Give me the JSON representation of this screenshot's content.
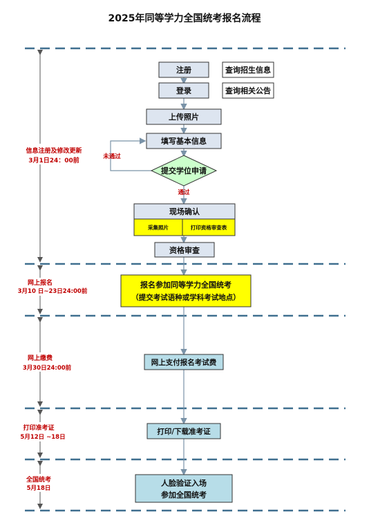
{
  "title": "2025年同等学力全国统考报名流程",
  "steps": {
    "register": "注册",
    "query_admission": "查询招生信息",
    "login": "登录",
    "query_notice": "查询相关公告",
    "upload_photo": "上传照片",
    "fill_info": "填写基本信息",
    "submit_application": "提交学位申请",
    "not_passed": "未通过",
    "passed": "通过",
    "onsite_confirm": "现场确认",
    "collect_photo": "采集照片",
    "print_review_form": "打印资格审查表",
    "qualification_review": "资格审查",
    "enroll_exam_line1": "报名参加同等学力全国统考",
    "enroll_exam_line2": "（提交考试语种或学科考试地点）",
    "pay_online": "网上支付报名考试费",
    "print_admission": "打印/下载准考证",
    "exam_line1": "人脸验证入场",
    "exam_line2": "参加全国统考"
  },
  "phases": [
    {
      "label": "信息注册及修改更新",
      "date": "3月1日24：00前"
    },
    {
      "label": "网上报名",
      "date": "3月10 日~23日24:00前"
    },
    {
      "label": "网上缴费",
      "date": "3月30日24:00前"
    },
    {
      "label": "打印准考证",
      "date": "5月12日 ~18日"
    },
    {
      "label": "全国统考",
      "date": "5月18日"
    }
  ],
  "colors": {
    "box_fill": "#dde5f0",
    "highlight_fill": "#ffff00",
    "teal_fill": "#b7dde8",
    "diamond_fill": "#ccffcc",
    "separator": "#3f6f8f",
    "arrow": "#7a93a8",
    "red": "#c00000"
  }
}
